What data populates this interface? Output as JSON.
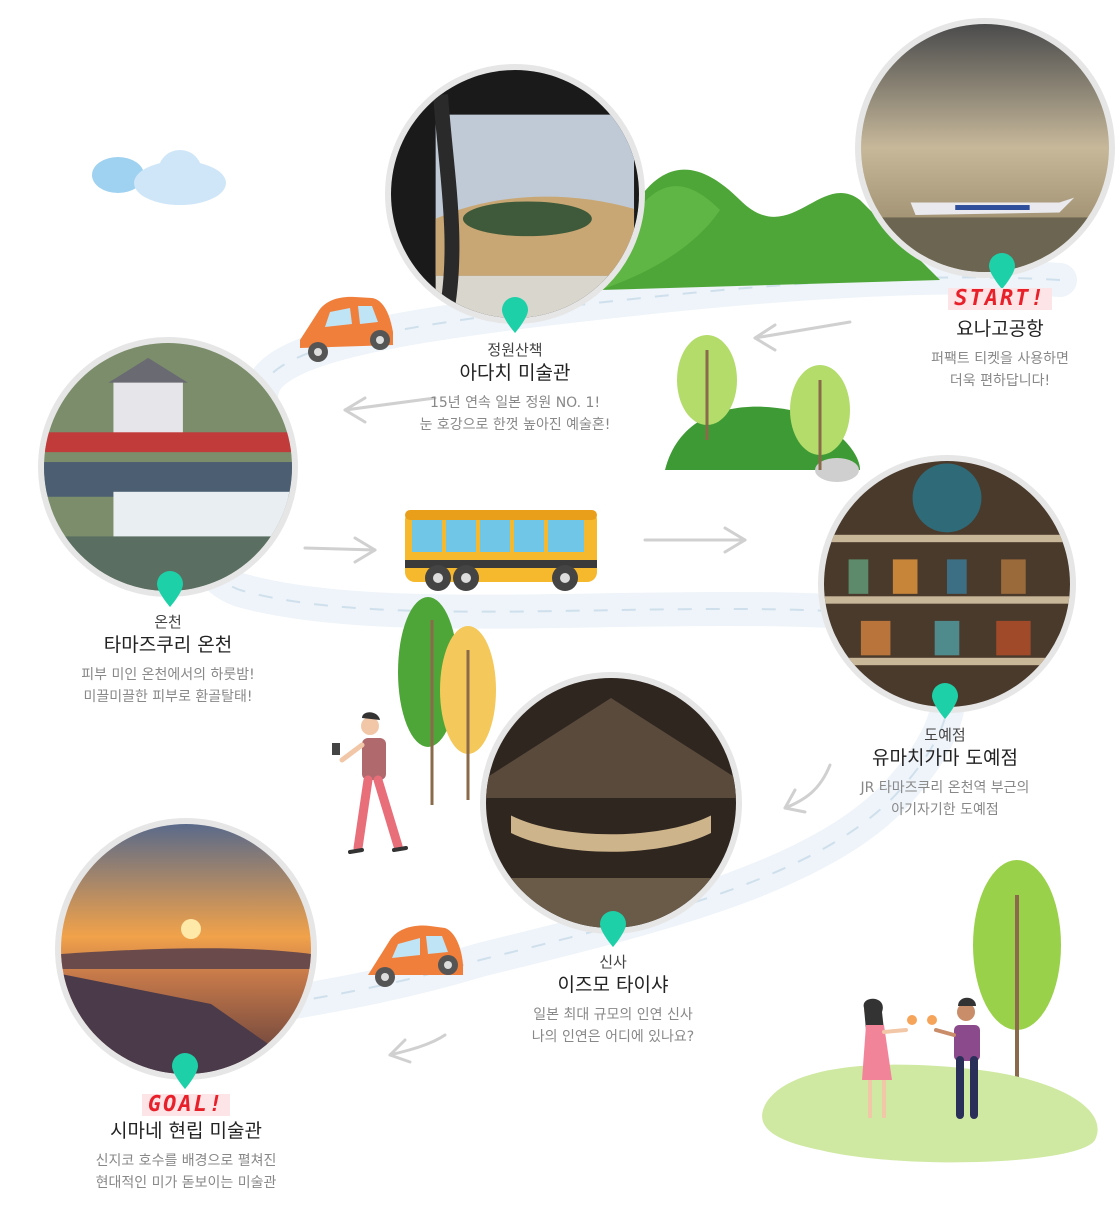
{
  "stops": [
    {
      "id": "airport",
      "tag": "START!",
      "category": "",
      "name": "요나고공항",
      "desc": [
        "퍼팩트 티켓을 사용하면",
        "더욱 편하답니다!"
      ]
    },
    {
      "id": "adachi",
      "tag": "",
      "category": "정원산책",
      "name": "아다치 미술관",
      "desc": [
        "15년 연속 일본 정원 NO. 1!",
        "눈 호강으로 한껏 높아진 예술혼!"
      ]
    },
    {
      "id": "onsen",
      "tag": "",
      "category": "온천",
      "name": "타마즈쿠리 온천",
      "desc": [
        "피부 미인 온천에서의 하룻밤!",
        "미끌미끌한 피부로 환골탈태!"
      ]
    },
    {
      "id": "pottery",
      "tag": "",
      "category": "도예점",
      "name": "유마치가마 도예점",
      "desc": [
        "JR 타마즈쿠리 온천역 부근의",
        "아기자기한 도예점"
      ]
    },
    {
      "id": "taisha",
      "tag": "",
      "category": "신사",
      "name": "이즈모 타이샤",
      "desc": [
        "일본 최대 규모의 인연 신사",
        "나의 인연은 어디에 있나요?"
      ]
    },
    {
      "id": "museum",
      "tag": "GOAL!",
      "category": "",
      "name": "시마네 현립 미술관",
      "desc": [
        "신지코 호수를 배경으로 펼쳐진",
        "현대적인 미가 돋보이는 미술관"
      ]
    }
  ],
  "icons": [
    "map-pin-icon",
    "arrow-left-icon",
    "arrow-right-icon",
    "car-icon",
    "bus-icon",
    "tree-icon",
    "cloud-icon",
    "walking-person-icon",
    "couple-icon"
  ],
  "colors": {
    "pin": "#1ed0a8",
    "start_goal": "#e8202a",
    "tag_bg": "#fde4e6",
    "road": "#eef4f9",
    "hill": "#4ea638",
    "photo_border": "#e6e6e6"
  }
}
